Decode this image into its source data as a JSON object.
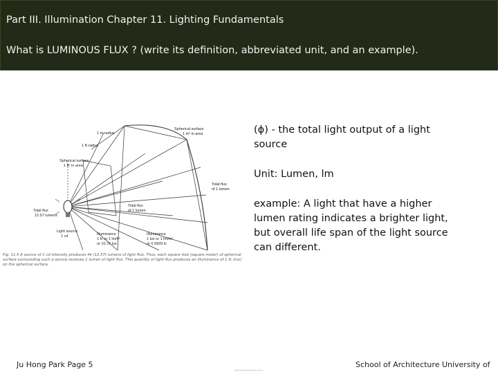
{
  "header": {
    "title": "Part III. Illumination   Chapter 11. Lighting Fundamentals",
    "question": "What is LUMINOUS FLUX ? (write its definition, abbreviated unit, and an example)."
  },
  "figure": {
    "labels": {
      "radius": "1 m radius",
      "radius2": "1 ft radius",
      "spherical1": "Spherical surface",
      "spherical1b": "1 ft² in area",
      "spherical2": "Spherical surface",
      "spherical2b": "1 m² in area",
      "total_flux": "Total flux",
      "total_flux_b": "12.57 lumens",
      "light_source": "Light source",
      "light_source_b": "1 cd",
      "total_flux_1lm": "Total flux",
      "total_flux_1lm_b": "of 1 lumen",
      "total_flux_1lm_c": "Total flux",
      "total_flux_1lm_d": "of 1 lumen",
      "illum1": "Illuminance",
      "illum1b": "1 fc or 1 lm/ft²",
      "illum1c": "or 10.76 lux",
      "illum2": "Illuminance",
      "illum2b": "1 lux or 1 lm/m²",
      "illum2c": "or 0.0929 fc"
    },
    "caption": "Fig. 11.5 A source of 1 cd intensity produces 4π (12.57) lumens of light flux. Thus, each square foot (square meter) of spherical surface surrounding such a source receives 1 lumen of light flux. This quantity of light flux produces an illuminance of 1 fc (lux) on the spherical surface."
  },
  "content": {
    "definition": "(ϕ) -  the total light output of a light source",
    "unit": "Unit: Lumen, lm",
    "example": "example: A light that have a higher lumen rating indicates a brighter light, but overall life span of the light source can different."
  },
  "footer": {
    "left": "Ju Hong Park  Page 5",
    "right": "School of Architecture  University of"
  }
}
